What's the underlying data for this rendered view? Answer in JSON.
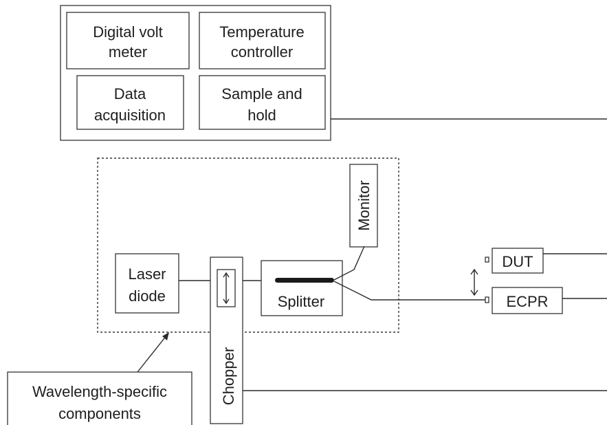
{
  "instrument_rack": {
    "digital_volt_meter": [
      "Digital volt",
      "meter"
    ],
    "temperature_controller": [
      "Temperature",
      "controller"
    ],
    "data_acquisition": [
      "Data",
      "acquisition"
    ],
    "sample_and_hold": [
      "Sample and",
      "hold"
    ]
  },
  "optical_path": {
    "laser_diode": [
      "Laser",
      "diode"
    ],
    "splitter": "Splitter",
    "monitor": "Monitor",
    "chopper": "Chopper"
  },
  "detectors": {
    "dut": "DUT",
    "ecpr": "ECPR"
  },
  "callout": {
    "wavelength_specific": [
      "Wavelength-specific",
      "components"
    ]
  }
}
